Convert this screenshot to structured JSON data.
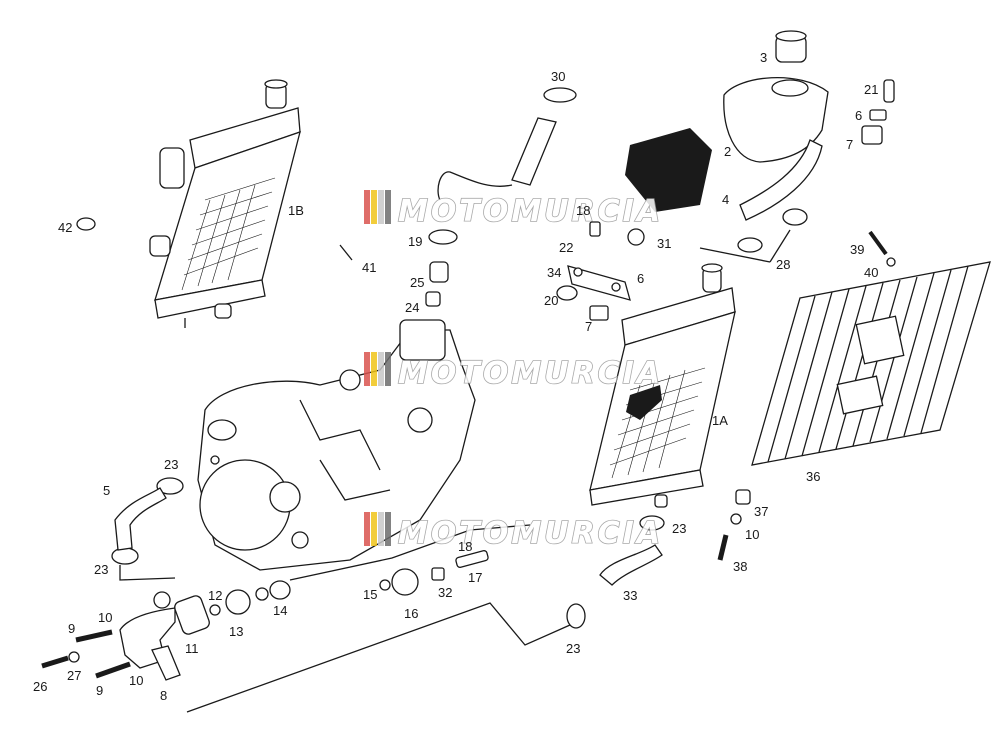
{
  "watermark": {
    "brand_text": "MOTOMURCIA",
    "colors": [
      "#d9534f",
      "#f0c419",
      "#c8c8c8",
      "#6c6c6c"
    ]
  },
  "part_labels": [
    {
      "id": "l1b",
      "text": "1B"
    },
    {
      "id": "l42",
      "text": "42"
    },
    {
      "id": "l30",
      "text": "30"
    },
    {
      "id": "l3",
      "text": "3"
    },
    {
      "id": "l21",
      "text": "21"
    },
    {
      "id": "l6a",
      "text": "6"
    },
    {
      "id": "l7a",
      "text": "7"
    },
    {
      "id": "l2",
      "text": "2"
    },
    {
      "id": "l4",
      "text": "4"
    },
    {
      "id": "l19",
      "text": "19"
    },
    {
      "id": "l41",
      "text": "41"
    },
    {
      "id": "l18a",
      "text": "18"
    },
    {
      "id": "l22",
      "text": "22"
    },
    {
      "id": "l31",
      "text": "31"
    },
    {
      "id": "l28",
      "text": "28"
    },
    {
      "id": "l39",
      "text": "39"
    },
    {
      "id": "l40",
      "text": "40"
    },
    {
      "id": "l25",
      "text": "25"
    },
    {
      "id": "l34",
      "text": "34"
    },
    {
      "id": "l6b",
      "text": "6"
    },
    {
      "id": "l24",
      "text": "24"
    },
    {
      "id": "l20",
      "text": "20"
    },
    {
      "id": "l7b",
      "text": "7"
    },
    {
      "id": "l1a",
      "text": "1A"
    },
    {
      "id": "l36",
      "text": "36"
    },
    {
      "id": "l23a",
      "text": "23"
    },
    {
      "id": "l5",
      "text": "5"
    },
    {
      "id": "l23b",
      "text": "23"
    },
    {
      "id": "l37",
      "text": "37"
    },
    {
      "id": "l10a",
      "text": "10"
    },
    {
      "id": "l23c",
      "text": "23"
    },
    {
      "id": "l38",
      "text": "38"
    },
    {
      "id": "l33",
      "text": "33"
    },
    {
      "id": "l18b",
      "text": "18"
    },
    {
      "id": "l17",
      "text": "17"
    },
    {
      "id": "l23d",
      "text": "23"
    },
    {
      "id": "l12",
      "text": "12"
    },
    {
      "id": "l15",
      "text": "15"
    },
    {
      "id": "l32",
      "text": "32"
    },
    {
      "id": "l14",
      "text": "14"
    },
    {
      "id": "l16",
      "text": "16"
    },
    {
      "id": "l13",
      "text": "13"
    },
    {
      "id": "l10b",
      "text": "10"
    },
    {
      "id": "l9a",
      "text": "9"
    },
    {
      "id": "l11",
      "text": "11"
    },
    {
      "id": "l26",
      "text": "26"
    },
    {
      "id": "l27",
      "text": "27"
    },
    {
      "id": "l9b",
      "text": "9"
    },
    {
      "id": "l10c",
      "text": "10"
    },
    {
      "id": "l8",
      "text": "8"
    }
  ]
}
